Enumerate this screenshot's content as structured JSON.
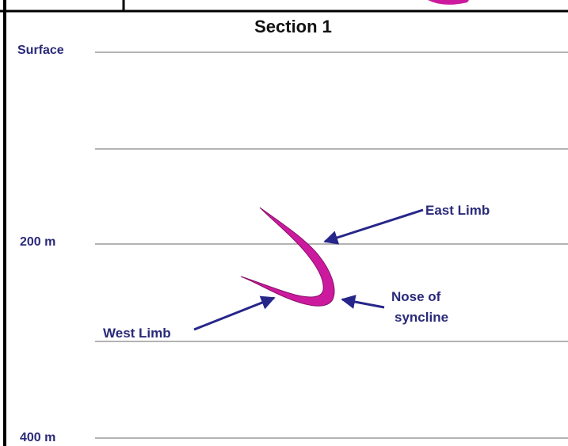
{
  "title": "Section 1",
  "depth_labels": {
    "surface": "Surface",
    "mid": "200 m",
    "deep": "400 m"
  },
  "callouts": {
    "east_limb": "East Limb",
    "nose_line1": "Nose of",
    "nose_line2": "syncline",
    "west_limb": "West Limb"
  },
  "colors": {
    "fold_fill": "#cc1a9e",
    "fold_edge": "#8a0f6a",
    "arrow": "#26268a",
    "text_blue": "#2a2a7a",
    "line_gray": "#9a9a9a",
    "border": "#000000"
  }
}
